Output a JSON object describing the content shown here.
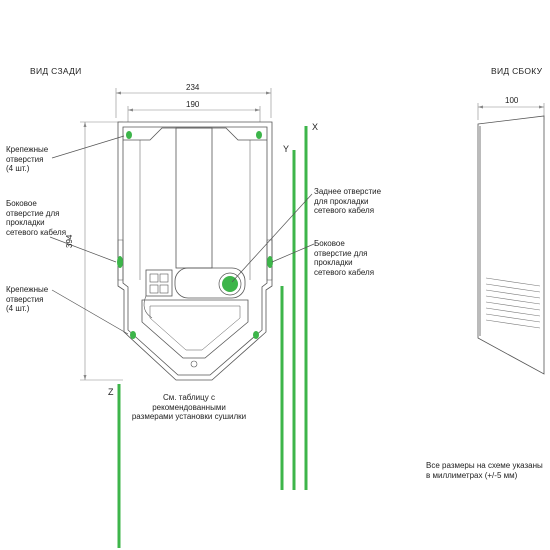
{
  "titles": {
    "back_view": "ВИД СЗАДИ",
    "side_view": "ВИД СБОКУ"
  },
  "dimensions": {
    "width_outer": "234",
    "width_inner": "190",
    "height": "394",
    "depth": "100"
  },
  "axes": {
    "x": "X",
    "y": "Y",
    "z": "Z"
  },
  "callouts": {
    "mount_holes_top": "Крепежные\nотверстия\n(4 шт.)",
    "side_hole_left": "Боковое\nотверстие для\nпрокладки\nсетевого кабеля",
    "mount_holes_bottom": "Крепежные\nотверстия\n(4 шт.)",
    "rear_hole": "Заднее отверстие\nдля прокладки\nсетевого кабеля",
    "side_hole_right": "Боковое\nотверстие для\nпрокладки\nсетевого кабеля"
  },
  "notes": {
    "table_ref": "См. таблицу с рекомендованными\nразмерами установки сушилки",
    "units": "Все размеры на схеме указаны\nв миллиметрах (+/-5 мм)"
  },
  "colors": {
    "accent_green": "#3db54a",
    "line_gray": "#555555",
    "dim_gray": "#888888"
  }
}
